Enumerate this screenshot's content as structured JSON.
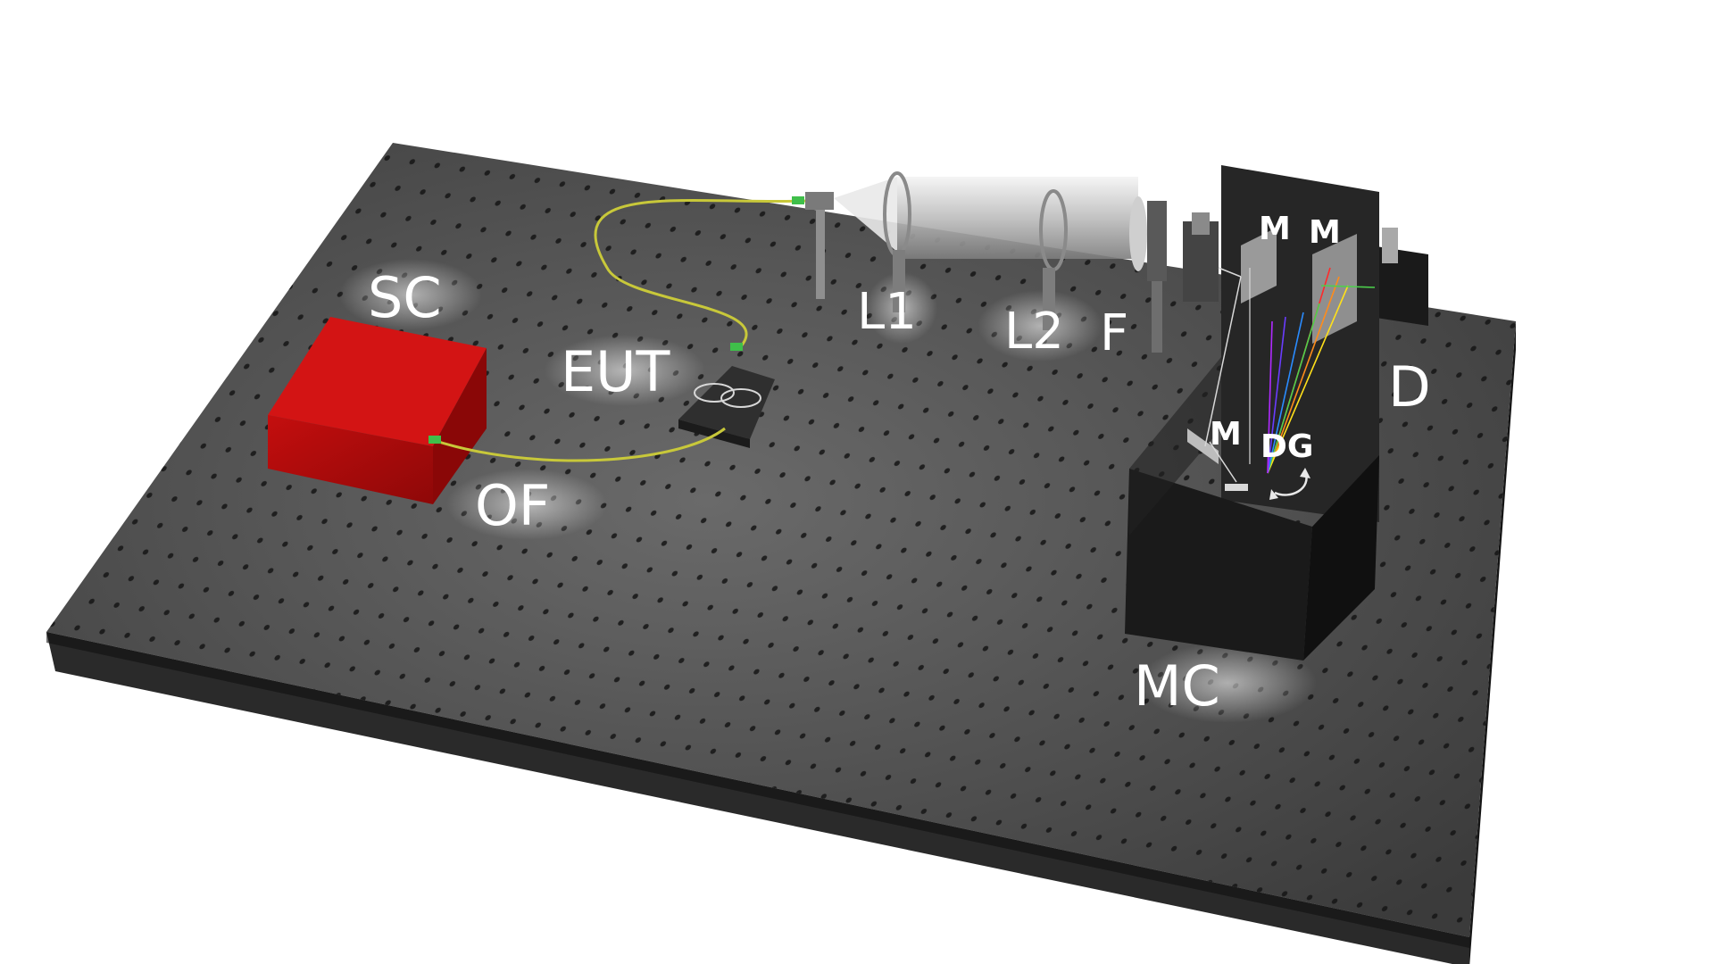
{
  "labels": {
    "sc": "SC",
    "eut": "EUT",
    "of": "OF",
    "l1": "L1",
    "l2": "L2",
    "f": "F",
    "d": "D",
    "mc": "MC",
    "m_top_left": "M",
    "m_top_right": "M",
    "m_bottom": "M",
    "dg": "DG"
  },
  "colors": {
    "table_top": "#4a4a4a",
    "table_side": "#1e1e1e",
    "source_box": "#b30a0a",
    "fiber": "#c8c83a",
    "connector": "#3fbf4a",
    "monochromator": "#1c1c1c",
    "label": "#ffffff"
  },
  "icons": {
    "rotation_arrow": "curved-double-arrow-icon"
  }
}
